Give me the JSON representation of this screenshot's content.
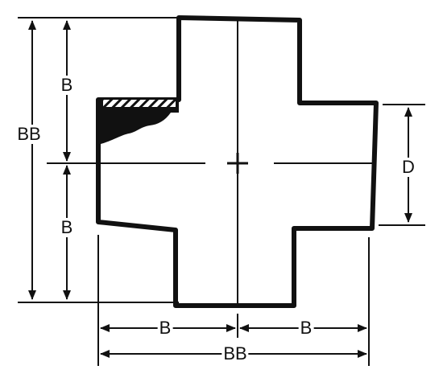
{
  "diagram": {
    "labels": {
      "bb_vertical": "BB",
      "b_upper_left": "B",
      "b_lower_left": "B",
      "d_right": "D",
      "b_bottom_left": "B",
      "b_bottom_right": "B",
      "bb_horizontal": "BB"
    },
    "colors": {
      "ink": "#111111",
      "background": "#ffffff"
    }
  }
}
